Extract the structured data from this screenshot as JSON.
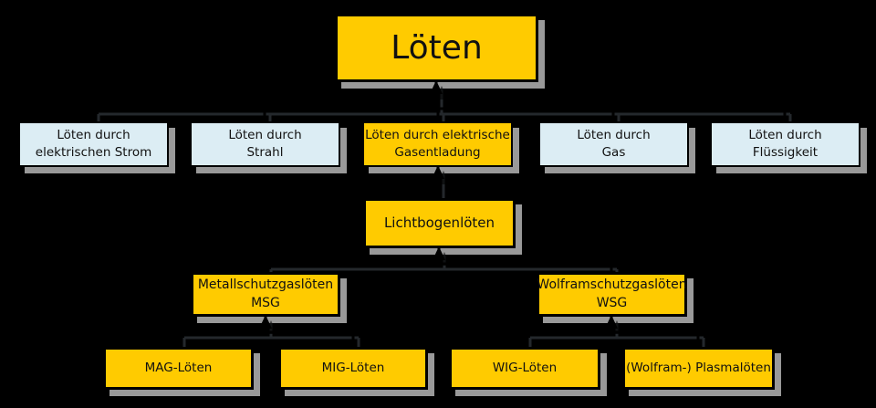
{
  "diagram": {
    "title": "Löten",
    "colors": {
      "background": "#000000",
      "highlight_fill": "#FFCB00",
      "default_fill": "#DCEDF4",
      "border": "#000000",
      "box_shadow": "#999999",
      "connector": "#000000",
      "connector_shadow": "#24282C",
      "text": "#111111"
    },
    "root": {
      "label": "Löten"
    },
    "level1": [
      {
        "label": "Löten durch\nelektrischen Strom",
        "highlighted": false
      },
      {
        "label": "Löten durch\nStrahl",
        "highlighted": false
      },
      {
        "label": "Löten durch elektrische\nGasentladung",
        "highlighted": true
      },
      {
        "label": "Löten durch\nGas",
        "highlighted": false
      },
      {
        "label": "Löten durch\nFlüssigkeit",
        "highlighted": false
      }
    ],
    "level2": [
      {
        "label": "Lichtbogenlöten",
        "highlighted": true
      }
    ],
    "level3": [
      {
        "label": "Metallschutzgaslöten\nMSG",
        "highlighted": true
      },
      {
        "label": "Wolframschutzgaslöten\nWSG",
        "highlighted": true
      }
    ],
    "level4": [
      {
        "label": "MAG-Löten",
        "highlighted": true
      },
      {
        "label": "MIG-Löten",
        "highlighted": true
      },
      {
        "label": "WIG-Löten",
        "highlighted": true
      },
      {
        "label": "(Wolfram-) Plasmalöten",
        "highlighted": true
      }
    ]
  }
}
